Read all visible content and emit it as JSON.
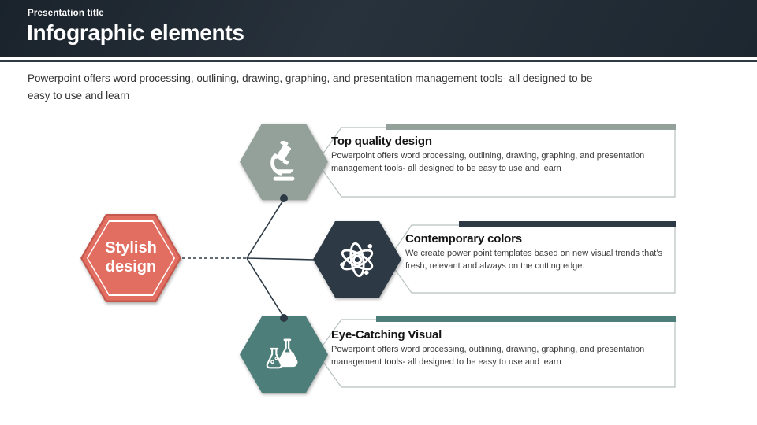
{
  "colors": {
    "header_bg": "#232d36",
    "accent_line": "#2e3a44",
    "sage": "#94a19b",
    "dark": "#2d3a46",
    "teal": "#4d7e79",
    "red": "#e26e62",
    "red_rim": "#c5584d",
    "line": "#2d3a46",
    "box_border": "#b7c0c0",
    "white": "#ffffff"
  },
  "header": {
    "kicker": "Presentation title",
    "title": "Infographic elements"
  },
  "intro": "Powerpoint offers word processing, outlining, drawing, graphing, and presentation management tools- all designed to be easy to use and learn",
  "center": {
    "label": "Stylish design"
  },
  "items": [
    {
      "icon": "microscope-icon",
      "title": "Top quality design",
      "body": "Powerpoint offers word processing, outlining, drawing, graphing, and presentation management tools- all designed to be easy to use and learn"
    },
    {
      "icon": "atom-icon",
      "title": "Contemporary colors",
      "body": "We create power point templates based on new visual trends that’s fresh, relevant and always on the cutting edge."
    },
    {
      "icon": "flask-icon",
      "title": "Eye-Catching Visual",
      "body": "Powerpoint offers word processing, outlining, drawing, graphing, and presentation management tools- all designed to be easy to use and learn"
    }
  ]
}
